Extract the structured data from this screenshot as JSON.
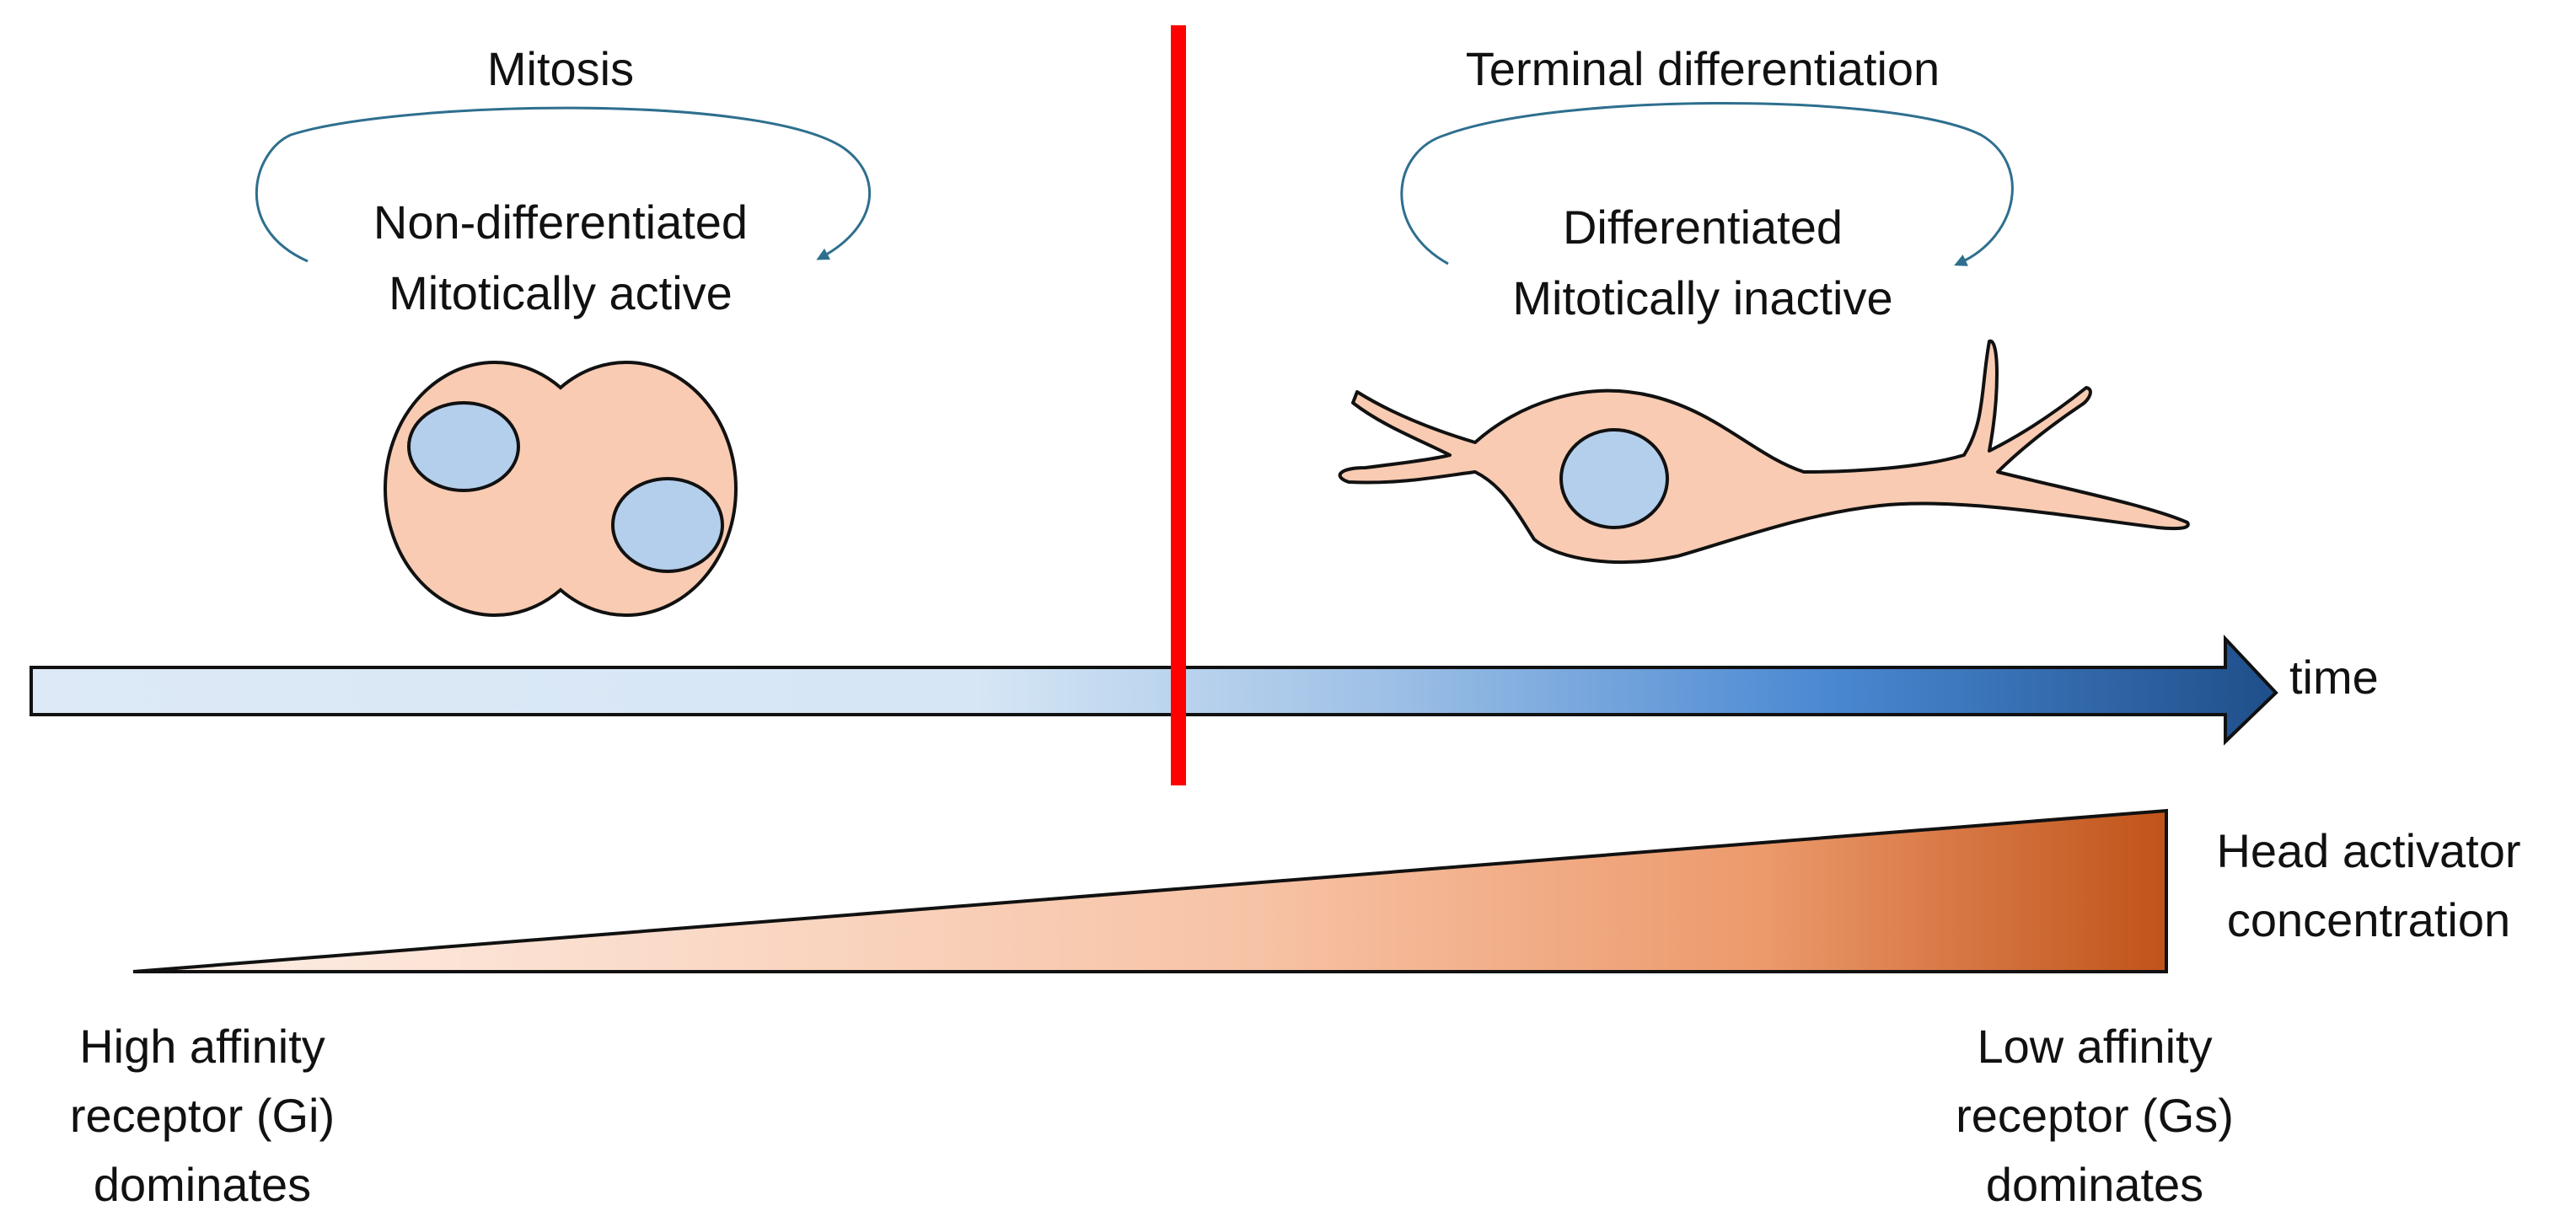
{
  "left_stage": {
    "cycle_label": "Mitosis",
    "state_line1": "Non-differentiated",
    "state_line2": "Mitotically active"
  },
  "right_stage": {
    "cycle_label": "Terminal differentiation",
    "state_line1": "Differentiated",
    "state_line2": "Mitotically inactive"
  },
  "time_axis": {
    "label": "time"
  },
  "gradient": {
    "label_line1": "Head activator",
    "label_line2": "concentration"
  },
  "left_receptor": {
    "line1": "High affinity",
    "line2": "receptor (Gi)",
    "line3": "dominates"
  },
  "right_receptor": {
    "line1": "Low affinity",
    "line2": "receptor (Gs)",
    "line3": "dominates"
  },
  "colors": {
    "divider": "#ff0000",
    "cell_fill": "#f8cbb2",
    "nucleus_fill": "#b4cfec",
    "cycle_arrow": "#2e6f8e",
    "time_arrow_start": "#dde9f6",
    "time_arrow_end": "#1f4f8a",
    "wedge_start": "#fdf0e8",
    "wedge_end": "#c0531a"
  }
}
